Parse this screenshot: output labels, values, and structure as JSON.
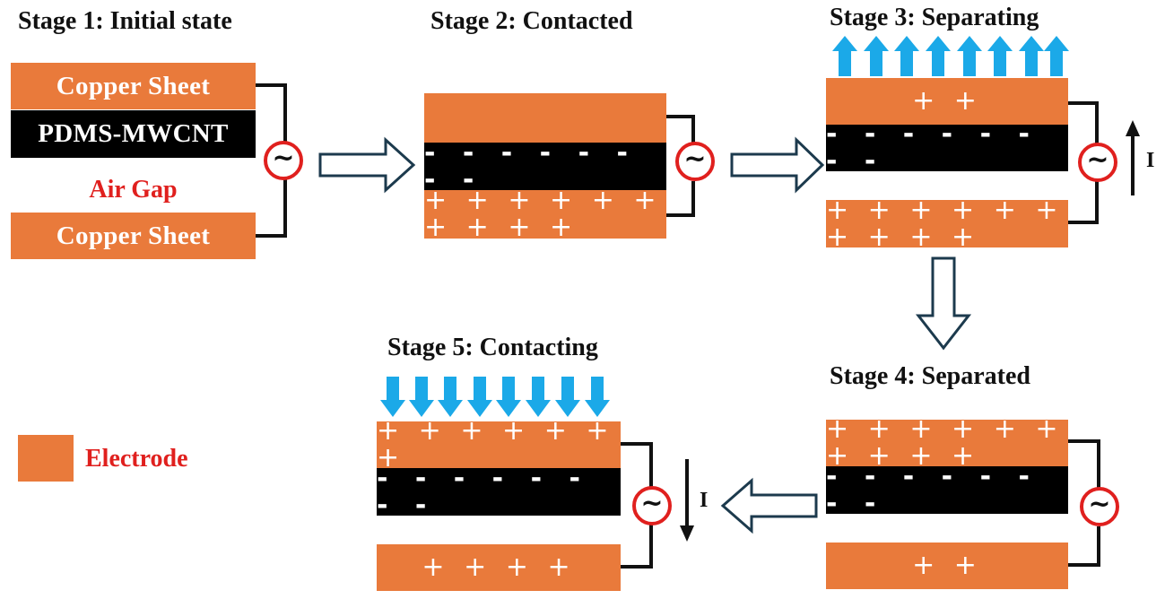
{
  "colors": {
    "electrode": "#E97A3B",
    "dielectric": "#000000",
    "label_red": "#E0201E",
    "force_arrow": "#1BA9E8",
    "source_ring": "#E0201E"
  },
  "icons": {
    "source": "~",
    "current": "I"
  },
  "stage1": {
    "title": "Stage 1: Initial state",
    "top_sheet": "Copper Sheet",
    "dielectric": "PDMS-MWCNT",
    "gap": "Air Gap",
    "bottom_sheet": "Copper Sheet"
  },
  "stage2": {
    "title": "Stage 2: Contacted",
    "dielectric_charges": "- - - - - - - -",
    "bottom_charges": "+ + + + + + + + + +"
  },
  "stage3": {
    "title": "Stage 3: Separating",
    "top_charges": "+ +",
    "dielectric_charges": "- - - - - - - -",
    "bottom_charges": "+ + + + + + + + + +"
  },
  "stage4": {
    "title": "Stage 4: Separated",
    "top_charges": "+ + + + + + + + + +",
    "dielectric_charges": "- - - - - - - -",
    "bottom_charges": "+ +"
  },
  "stage5": {
    "title": "Stage 5: Contacting",
    "top_charges": "+ + + + + + +",
    "dielectric_charges": "- - - - - - - -",
    "bottom_charges": "+ + + +"
  },
  "legend": {
    "label": "Electrode"
  }
}
